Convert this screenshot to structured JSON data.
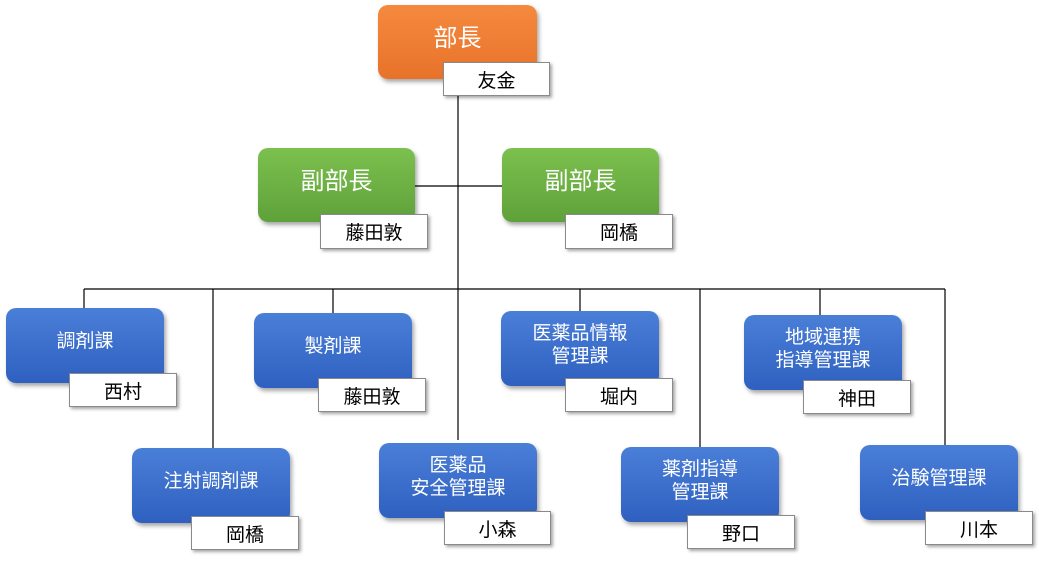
{
  "head": {
    "title": "部長",
    "name": "友金"
  },
  "deputies": [
    {
      "title": "副部長",
      "name": "藤田敦"
    },
    {
      "title": "副部長",
      "name": "岡橋"
    }
  ],
  "sections": [
    {
      "title": "調剤課",
      "name": "西村"
    },
    {
      "title": "注射調剤課",
      "name": "岡橋"
    },
    {
      "title": "製剤課",
      "name": "藤田敦"
    },
    {
      "title": "医薬品\n安全管理課",
      "name": "小森"
    },
    {
      "title": "医薬品情報\n管理課",
      "name": "堀内"
    },
    {
      "title": "薬剤指導\n管理課",
      "name": "野口"
    },
    {
      "title": "地域連携\n指導管理課",
      "name": "神田"
    },
    {
      "title": "治験管理課",
      "name": "川本"
    }
  ],
  "colors": {
    "head": "#ed7d31",
    "deputy": "#70ad47",
    "section": "#4472c4",
    "line": "#000000"
  }
}
